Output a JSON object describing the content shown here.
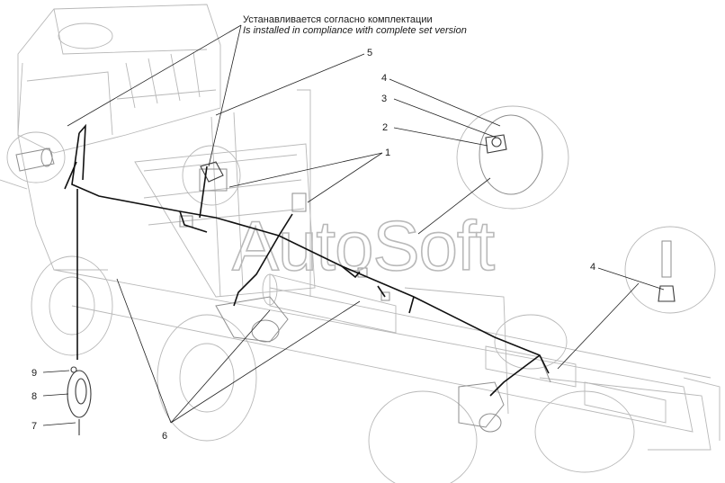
{
  "annotation": {
    "ru": "Устанавливается согласно комплектации",
    "en": "Is installed in compliance with complete set version"
  },
  "watermark": "AutoSoft",
  "callouts": [
    "1",
    "2",
    "3",
    "4",
    "4",
    "5",
    "6",
    "7",
    "8",
    "9"
  ]
}
